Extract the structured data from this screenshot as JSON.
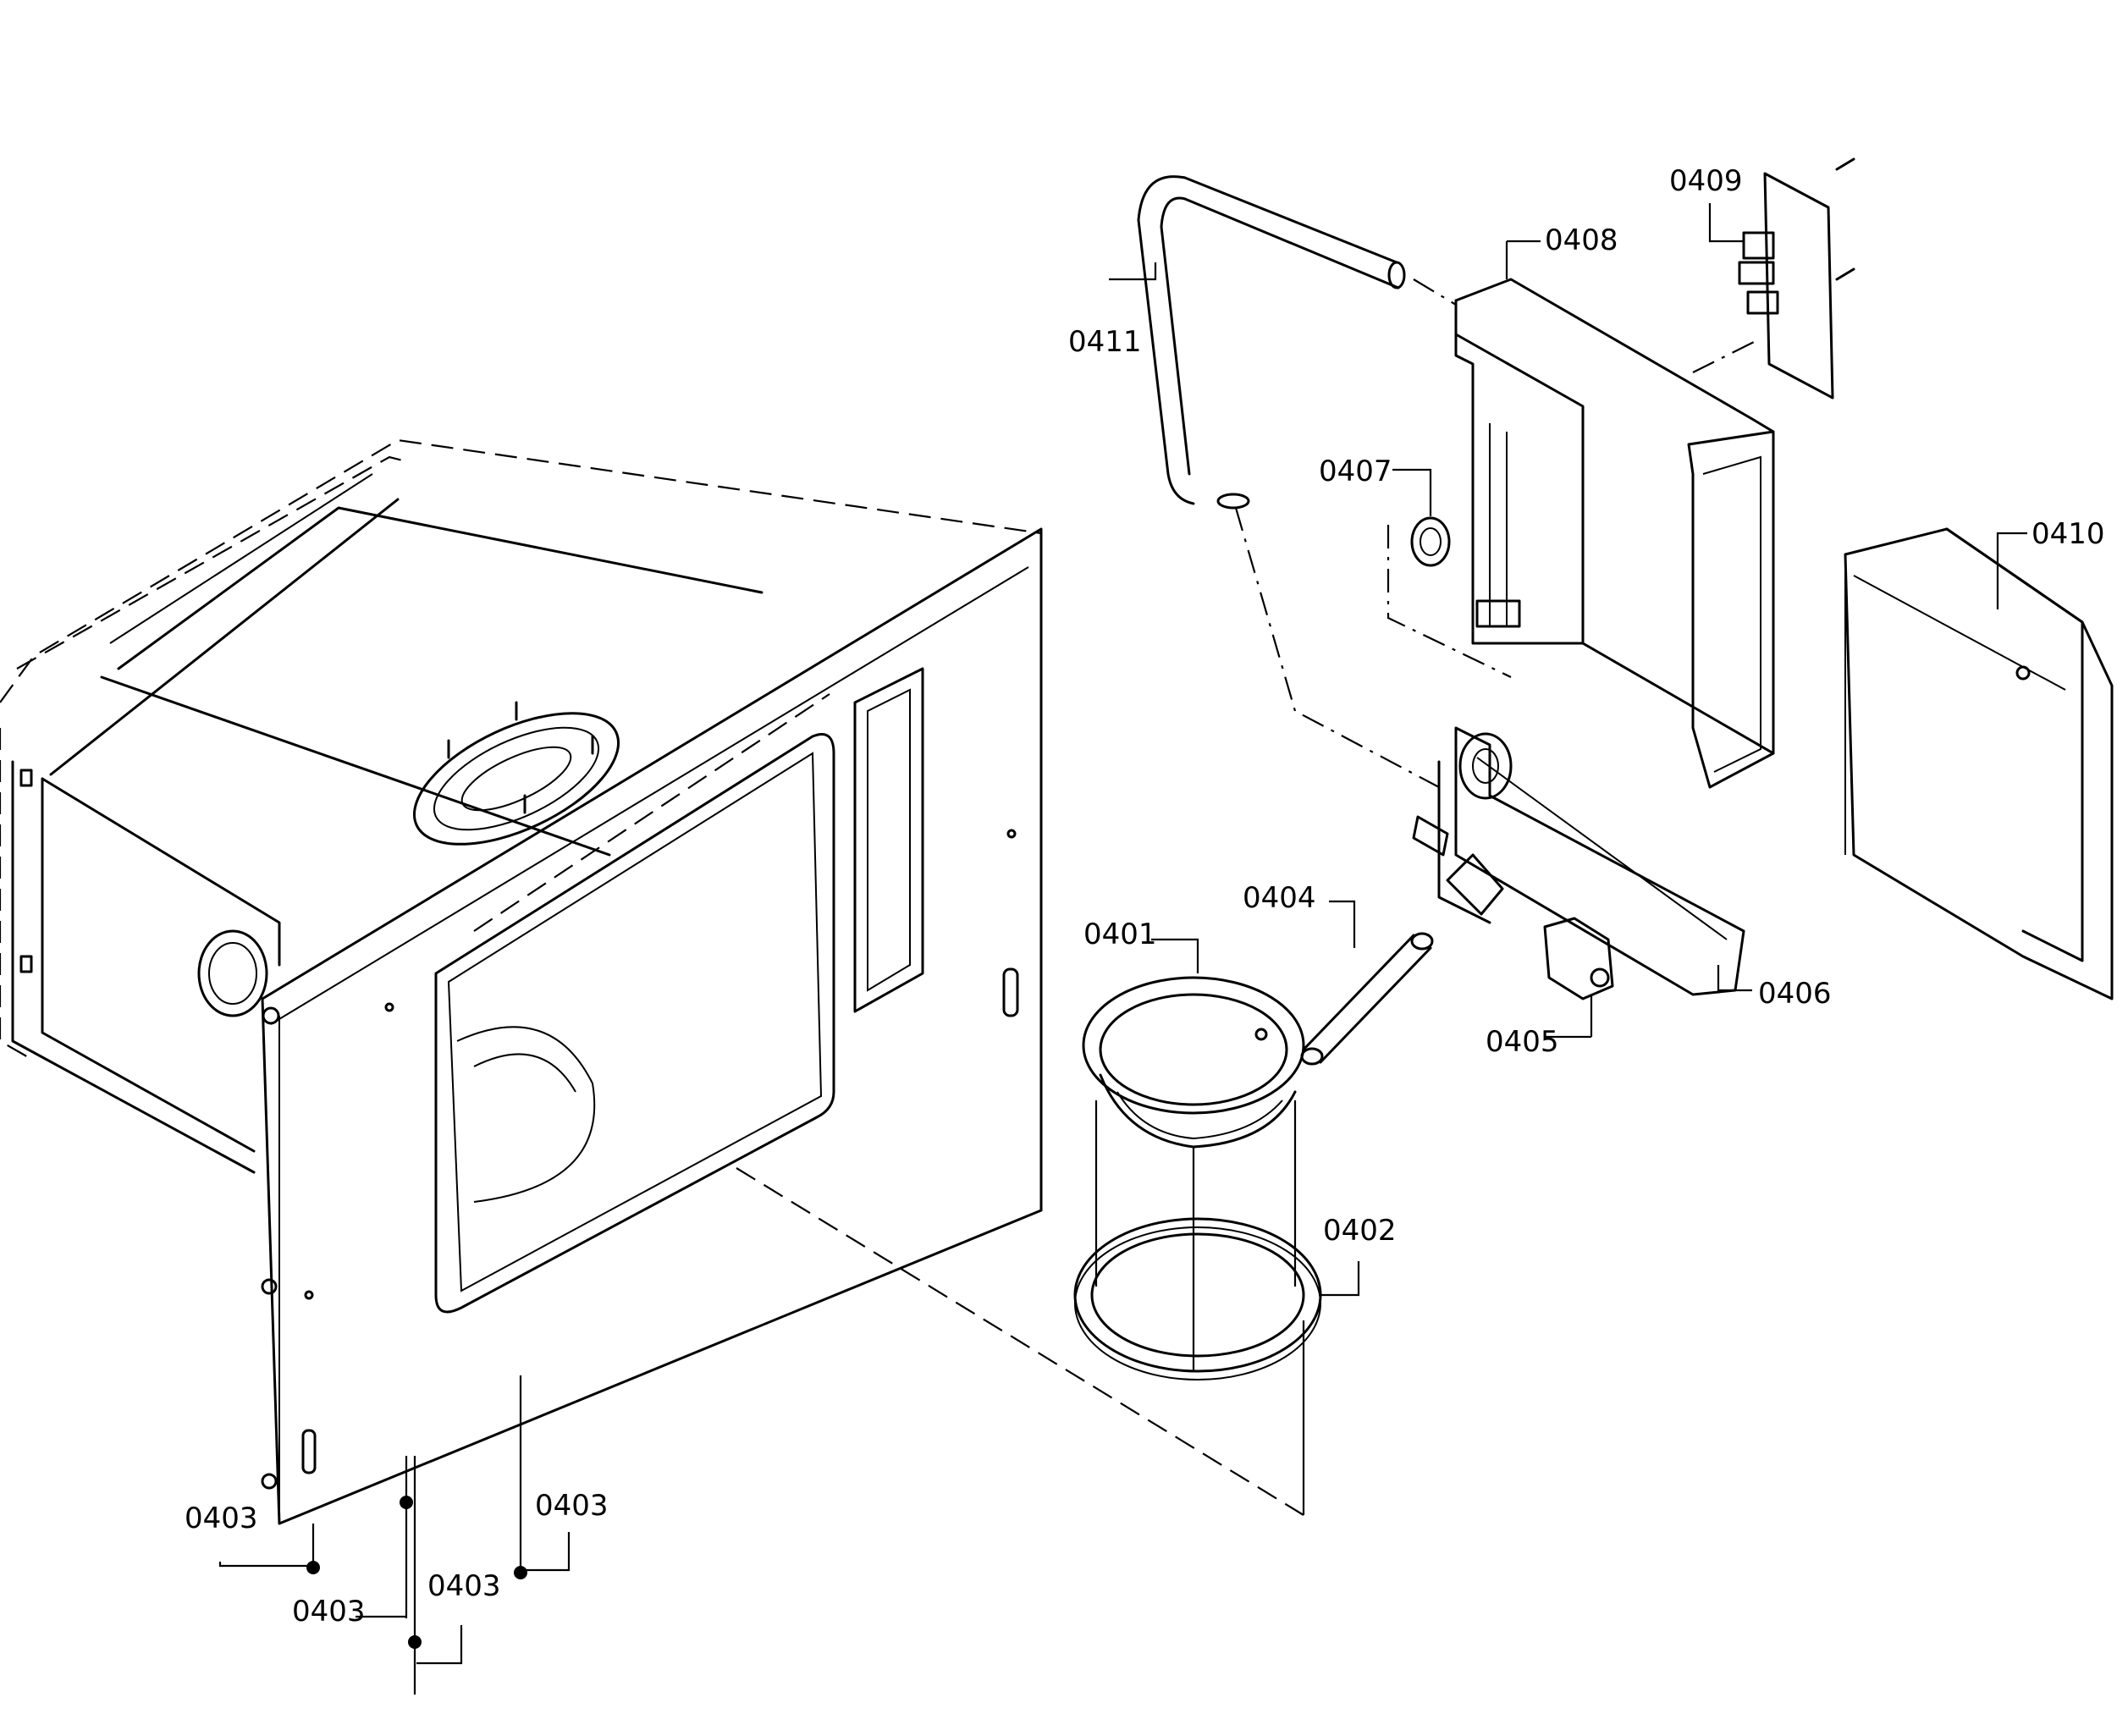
{
  "parts": [
    {
      "id": "p0401",
      "label": "0401"
    },
    {
      "id": "p0402",
      "label": "0402"
    },
    {
      "id": "p0403a",
      "label": "0403"
    },
    {
      "id": "p0403b",
      "label": "0403"
    },
    {
      "id": "p0403c",
      "label": "0403"
    },
    {
      "id": "p0403d",
      "label": "0403"
    },
    {
      "id": "p0404",
      "label": "0404"
    },
    {
      "id": "p0405",
      "label": "0405"
    },
    {
      "id": "p0406",
      "label": "0406"
    },
    {
      "id": "p0407",
      "label": "0407"
    },
    {
      "id": "p0408",
      "label": "0408"
    },
    {
      "id": "p0409",
      "label": "0409"
    },
    {
      "id": "p0410",
      "label": "0410"
    },
    {
      "id": "p0411",
      "label": "0411"
    }
  ]
}
